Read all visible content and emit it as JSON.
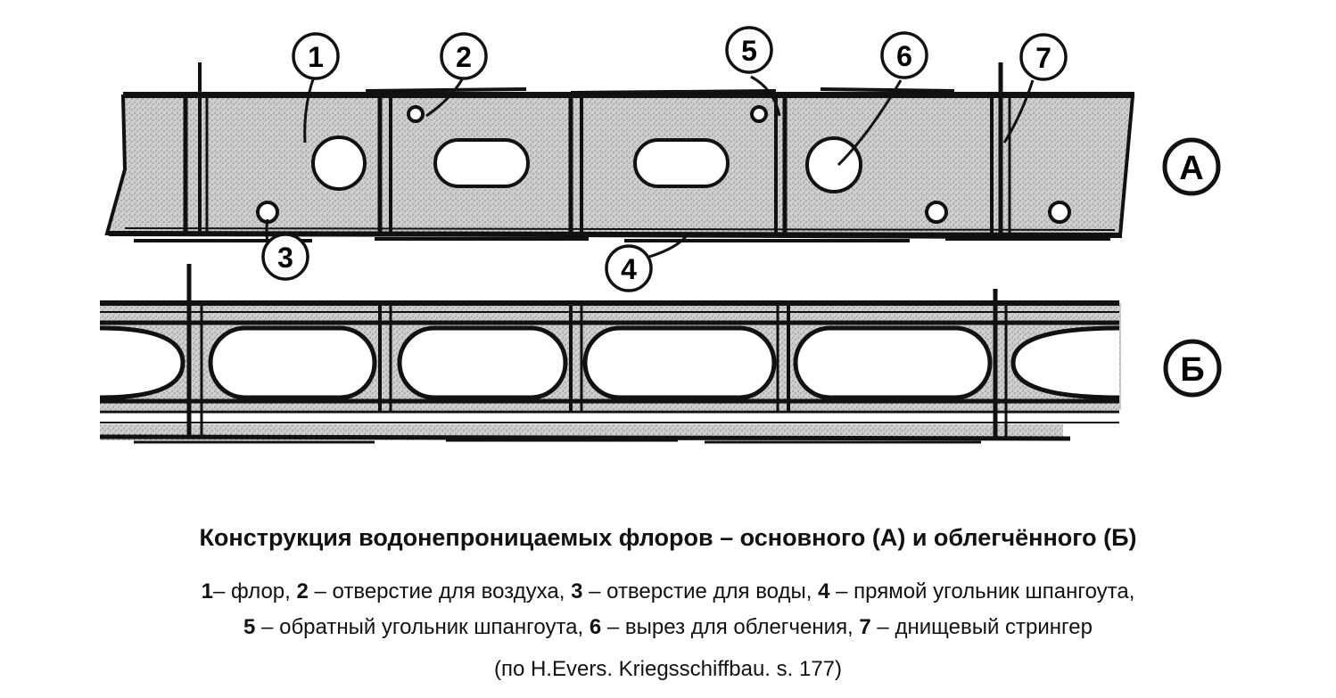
{
  "callouts": [
    "1",
    "2",
    "3",
    "4",
    "5",
    "6",
    "7"
  ],
  "views": {
    "a": "А",
    "b": "Б"
  },
  "caption": {
    "title": "Конструкция водонепроницаемых флоров – основного (А) и облегчённого (Б)",
    "legend": [
      {
        "num": "1",
        "text": "– флор, "
      },
      {
        "num": "2",
        "text": " – отверстие для воздуха, "
      },
      {
        "num": "3",
        "text": " – отверстие для воды, "
      },
      {
        "num": "4",
        "text": " – прямой угольник шпангоута,"
      },
      {
        "num": "5",
        "text": " – обратный угольник шпангоута, "
      },
      {
        "num": "6",
        "text": " – вырез для облегчения, "
      },
      {
        "num": "7",
        "text": " – днищевый стрингер"
      }
    ],
    "source": "(по H.Evers. Kriegsschiffbau. s. 177)"
  }
}
